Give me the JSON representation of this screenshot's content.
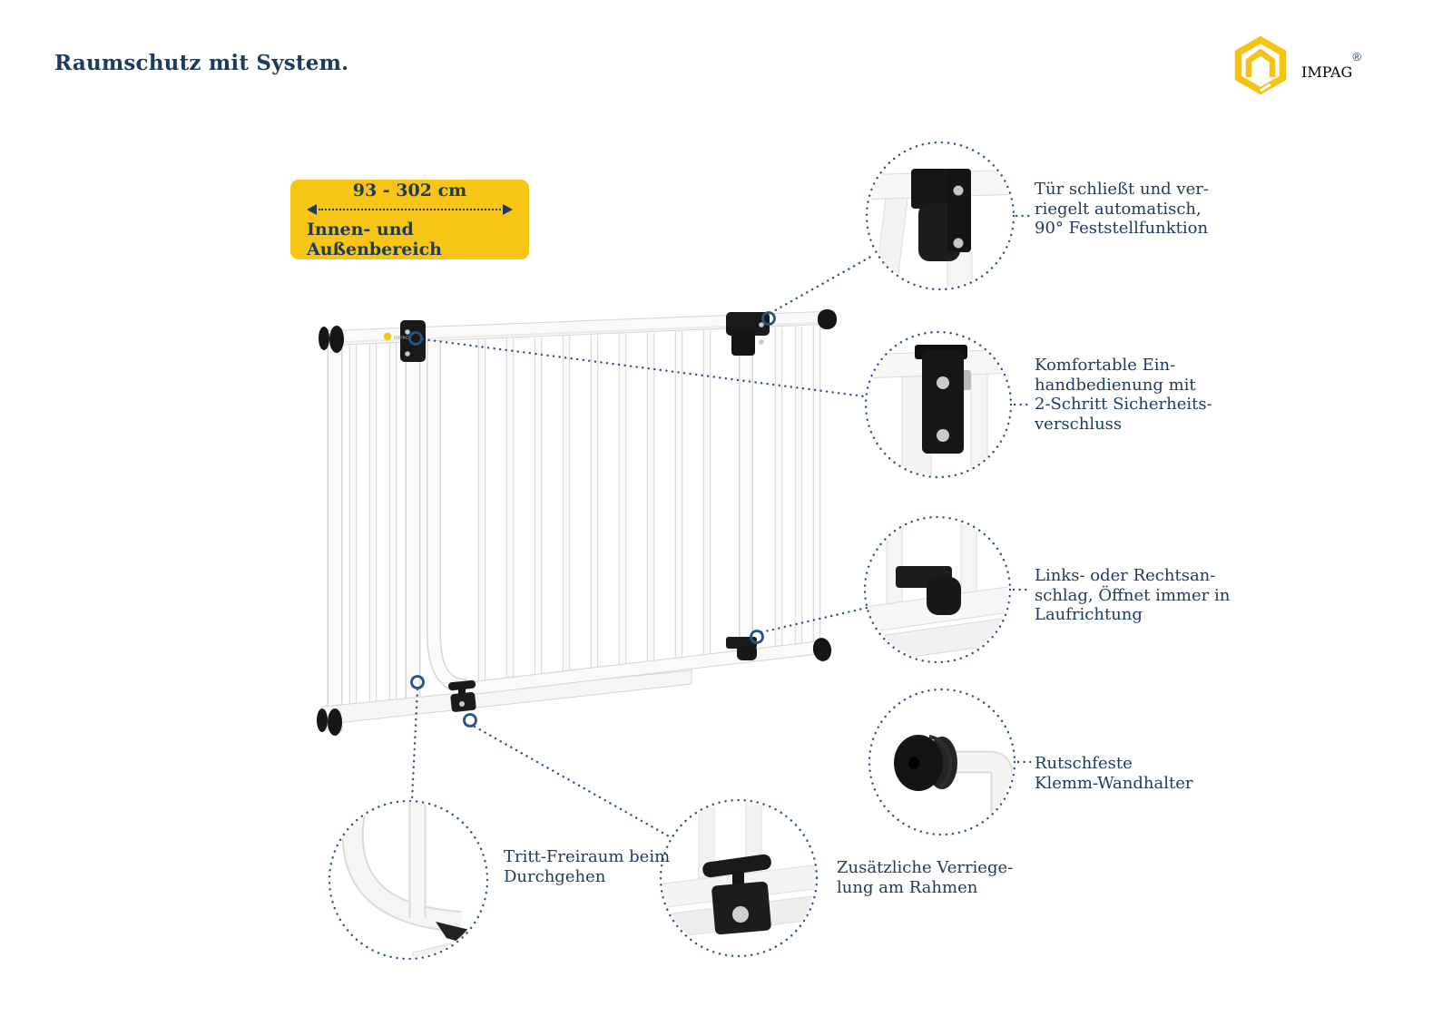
{
  "header": {
    "title": "Raumschutz mit System."
  },
  "logo": {
    "brand": "IMPAG",
    "registered": "®"
  },
  "badge": {
    "range": "93 - 302 cm",
    "area": "Innen- und Außenbereich"
  },
  "callouts": [
    {
      "id": "auto-close",
      "text": "Tür schließt und ver-\nriegelt automatisch,\n90° Feststellfunktion"
    },
    {
      "id": "one-hand-lock",
      "text": "Komfortable Ein-\nhandbedienung mit\n2-Schritt Sicherheits-\nverschluss"
    },
    {
      "id": "opening-direction",
      "text": "Links- oder Rechtsan-\nschlag, Öffnet immer in\nLaufrichtung"
    },
    {
      "id": "wall-holder",
      "text": "Rutschfeste\nKlemm-Wandhalter"
    },
    {
      "id": "step-clearance",
      "text": "Tritt-Freiraum beim\nDurchgehen"
    },
    {
      "id": "frame-lock",
      "text": "Zusätzliche Verriege-\nlung am Rahmen"
    }
  ],
  "colors": {
    "navy_text": "#1E3A5C",
    "accent_yellow": "#F6C515",
    "dotted_blue": "#2B5288"
  }
}
